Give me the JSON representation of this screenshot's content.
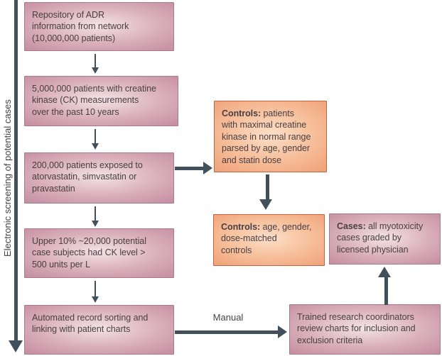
{
  "colors": {
    "pink_border": "#a77b8d",
    "pink_outer": "#c48da0",
    "pink_mid": "#d9aeba",
    "pink_center": "#f3e3e6",
    "orange_border": "#c6633e",
    "orange_outer": "#efa077",
    "orange_mid": "#f6bd98",
    "orange_center": "#fcdfc8",
    "arrow": "#42505b",
    "text": "#483f44"
  },
  "labels": {
    "side": "Electronic screening of potential cases",
    "manual": "Manual"
  },
  "boxes": {
    "repository": {
      "text": "Repository of ADR\ninformation from network\n(10,000,000 patients)"
    },
    "ck_measurements": {
      "text": "5,000,000 patients with creatine\nkinase (CK) measurements\nover the past 10 years"
    },
    "statin_exposed": {
      "text": "200,000 patients exposed to\natorvastatin, simvastatin or\npravastatin"
    },
    "upper_10_percent": {
      "text": "Upper 10% ~20,000 potential\ncase subjects had CK level >\n500 units per L"
    },
    "automated_sorting": {
      "text": "Automated record sorting and\nlinking with patient charts"
    },
    "controls_parsed": {
      "prefix": "Controls:",
      "rest": " patients\nwith maximal creatine\nkinase in normal range\nparsed by age, gender\nand statin dose"
    },
    "controls_matched": {
      "prefix": "Controls:",
      "rest": " age, gender,\ndose-matched\ncontrols"
    },
    "cases_graded": {
      "prefix": "Cases:",
      "rest": " all myotoxicity\ncases graded by\nlicensed physician"
    },
    "chart_review": {
      "text": "Trained research coordinators\nreview charts for inclusion and\nexclusion criteria"
    }
  }
}
